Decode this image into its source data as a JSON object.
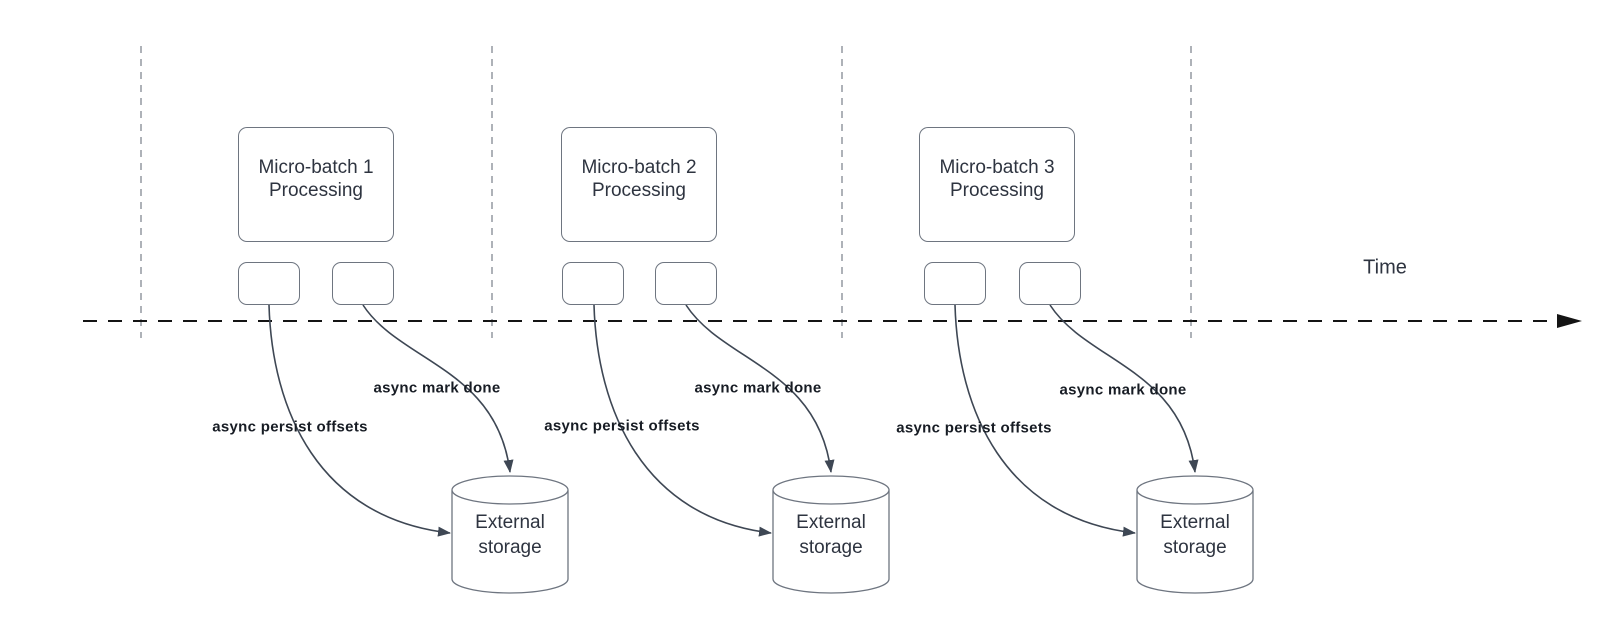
{
  "canvas": {
    "background": "#ffffff"
  },
  "time_axis": {
    "label": "Time"
  },
  "storage_label": {
    "line1": "External",
    "line2": "storage"
  },
  "batches": [
    {
      "title_line1": "Micro-batch 1",
      "title_line2": "Processing",
      "persist_label": "async persist offsets",
      "mark_done_label": "async mark done"
    },
    {
      "title_line1": "Micro-batch 2",
      "title_line2": "Processing",
      "persist_label": "async persist offsets",
      "mark_done_label": "async mark done"
    },
    {
      "title_line1": "Micro-batch 3",
      "title_line2": "Processing",
      "persist_label": "async persist offsets",
      "mark_done_label": "async mark done"
    }
  ],
  "colors": {
    "arrow_curve": "#3e4754",
    "timeline": "#141414",
    "separator_dash": "#aeb2b8",
    "box_border": "#6e7580",
    "box_text": "#2e3440",
    "label_text": "#171c24"
  }
}
